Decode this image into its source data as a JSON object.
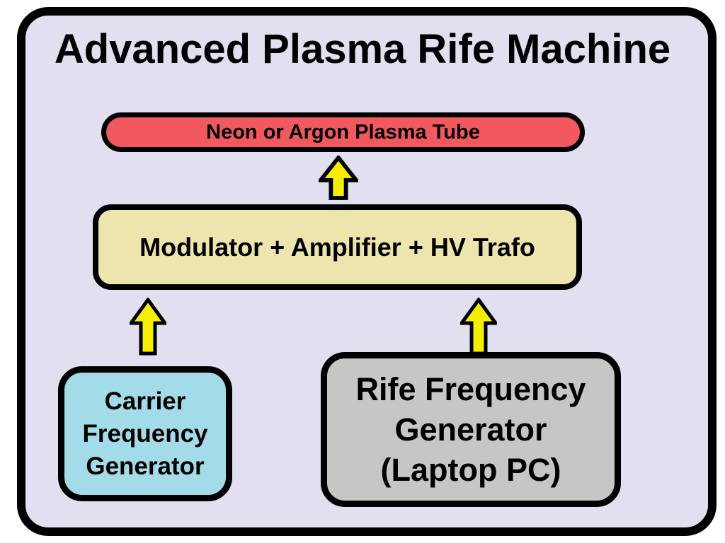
{
  "title": "Advanced Plasma Rife Machine",
  "nodes": {
    "plasma_tube": {
      "label": "Neon or Argon Plasma Tube",
      "fill": "#f1595e"
    },
    "modulator": {
      "label": "Modulator + Amplifier + HV Trafo",
      "fill": "#ede5ad"
    },
    "carrier": {
      "line1": "Carrier",
      "line2": "Frequency",
      "line3": "Generator",
      "fill": "#a3dbe8"
    },
    "rife": {
      "line1": "Rife Frequency",
      "line2": "Generator",
      "line3": "(Laptop PC)",
      "fill": "#c7c6c4"
    }
  },
  "connections": [
    {
      "from": "modulator",
      "to": "plasma_tube",
      "style": "block-up-arrow"
    },
    {
      "from": "carrier",
      "to": "modulator",
      "style": "block-up-arrow"
    },
    {
      "from": "rife",
      "to": "modulator",
      "style": "block-up-arrow"
    }
  ],
  "colors": {
    "page_bg": "#ffffff",
    "panel_bg": "#e2e0f0",
    "outline": "#000000",
    "arrow_fill": "#f6ee00",
    "arrow_stroke": "#000000",
    "text": "#000000"
  }
}
